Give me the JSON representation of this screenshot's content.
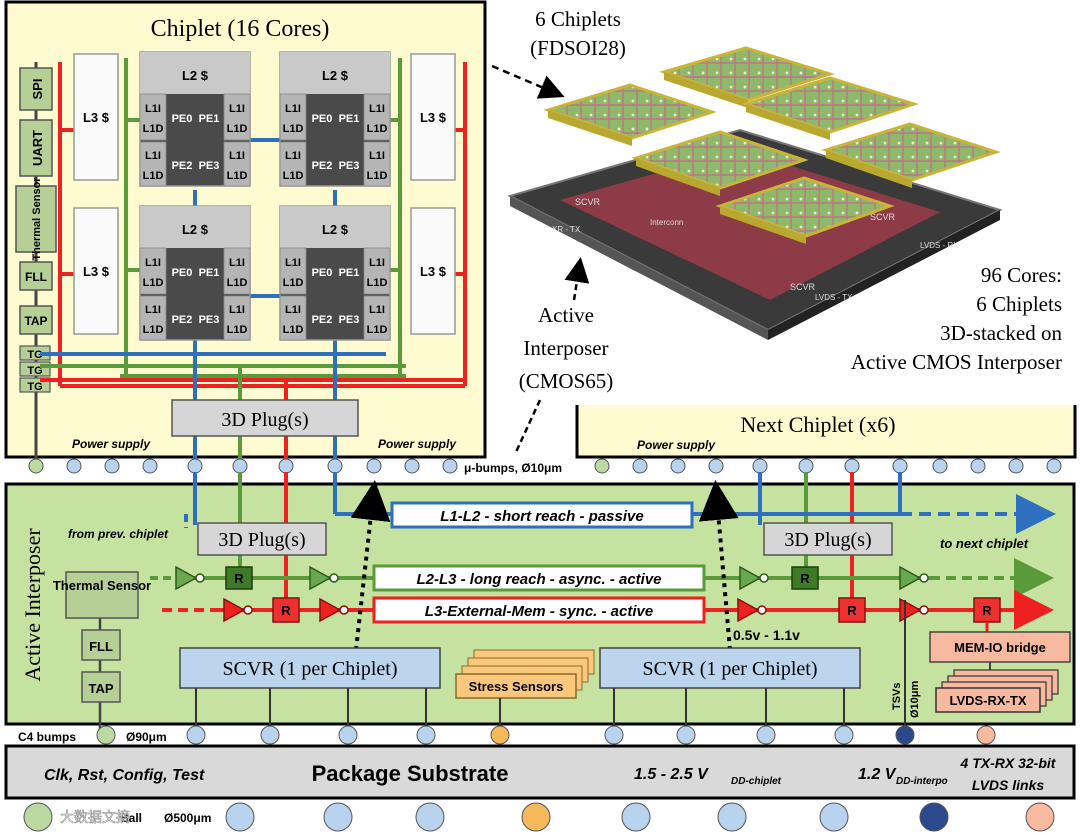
{
  "chiplet": {
    "title": "Chiplet (16 Cores)",
    "io_blocks": [
      "SPI",
      "UART",
      "Thermal Sensor",
      "FLL",
      "TAP"
    ],
    "tg_labels": [
      "TG",
      "TG",
      "TG"
    ],
    "l3_label": "L3 $",
    "cluster": {
      "l2_label": "L2 $",
      "l1i": "L1I",
      "l1d": "L1D",
      "pe_labels": [
        "PE0",
        "PE1",
        "PE2",
        "PE3"
      ]
    },
    "plug_label": "3D Plug(s)",
    "power_supply_label": "Power supply"
  },
  "stack_callouts": {
    "chiplets_line1": "6 Chiplets",
    "chiplets_line2": "(FDSOI28)",
    "interposer_line1": "Active",
    "interposer_line2": "Interposer",
    "interposer_line3": "(CMOS65)",
    "summary_line1": "96 Cores:",
    "summary_line2": "6 Chiplets",
    "summary_line3": "3D-stacked on",
    "summary_line4": "Active CMOS Interposer"
  },
  "stack_image_labels": [
    "SCVR",
    "SCVR",
    "SCVR",
    "Interconn",
    "LVDS - TX",
    "LVDS - RX",
    "XR - TX"
  ],
  "next_chiplet": {
    "title": "Next Chiplet (x6)",
    "power_supply_label": "Power supply"
  },
  "ubumps_label": "μ-bumps, Ø10μm",
  "interposer": {
    "title": "Active Interposer",
    "from_prev": "from prev. chiplet",
    "to_next": "to next chiplet",
    "plug_label": "3D Plug(s)",
    "l1l2_label": "L1-L2 - short reach - passive",
    "l2l3_label": "L2-L3 - long reach - async. - active",
    "l3mem_label": "L3-External-Mem - sync. - active",
    "router_label": "R",
    "voltage_label": "0.5v - 1.1v",
    "thermal_sensor": "Thermal Sensor",
    "fll": "FLL",
    "tap": "TAP",
    "scvr_label": "SCVR (1 per Chiplet)",
    "stress_sensors": "Stress Sensors",
    "mem_io": "MEM-IO bridge",
    "lvds": "LVDS-RX-TX",
    "tsv_label": "TSVs",
    "tsv_size": "Ø10μm"
  },
  "c4_label": "C4 bumps",
  "c4_size": "Ø90μm",
  "substrate": {
    "left_label": "Clk, Rst, Config, Test",
    "title": "Package Substrate",
    "vdd_chiplet": "1.5 - 2.5 V",
    "vdd_chiplet_sub": "DD-chiplet",
    "vdd_interpo": "1.2 V",
    "vdd_interpo_sub": "DD-interpo",
    "lvds_line1": "4 TX-RX 32-bit",
    "lvds_line2": "LVDS links"
  },
  "ball_label": "Ball",
  "ball_size": "Ø500μm",
  "watermark": "大数据文摘",
  "colors": {
    "chiplet_bg": "#fffbd0",
    "interposer_bg": "#c6e2a0",
    "substrate_bg": "#d9d9d9",
    "blue_wire": "#2e6fbf",
    "green_wire": "#5a9a3a",
    "red_wire": "#ee2020",
    "io_block": "#b5cf96",
    "scvr_fill": "#bcd4ee",
    "stress_fill": "#fbc77a",
    "mem_fill": "#f7b9a0",
    "bump_blue": "#b9d2ee",
    "bump_green": "#bcd9a2",
    "bump_orange": "#f5b85a",
    "bump_navy": "#2b4a8e"
  }
}
